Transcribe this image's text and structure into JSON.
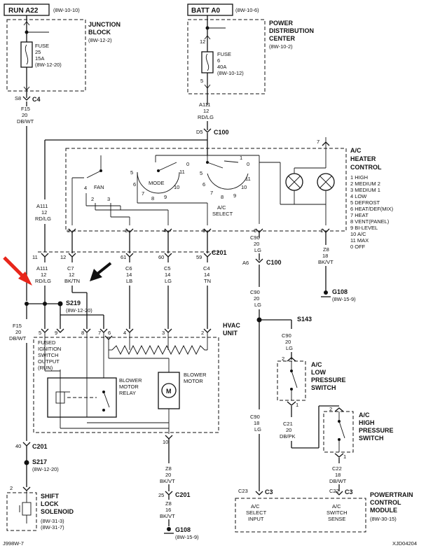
{
  "run_box": {
    "label": "RUN A22",
    "ref": "(8W-10-10)"
  },
  "batt_box": {
    "label": "BATT A0",
    "ref": "(8W-10-6)"
  },
  "junction_block": {
    "line1": "JUNCTION",
    "line2": "BLOCK",
    "ref": "(8W-12-2)"
  },
  "fuse25": {
    "l1": "FUSE",
    "l2": "25",
    "l3": "15A",
    "l4": "(8W-12-20)"
  },
  "pdc": {
    "line1": "POWER",
    "line2": "DISTRIBUTION",
    "line3": "CENTER",
    "ref": "(8W-10-2)"
  },
  "fuse6": {
    "l1": "FUSE",
    "l2": "6",
    "l3": "40A",
    "l4": "(8W-10-12)",
    "pin_top": "12",
    "pin_bot": "5"
  },
  "c4": {
    "pin": "S8",
    "label": "C4",
    "w1": "F15",
    "w2": "20",
    "w3": "DB/WT"
  },
  "a111_top": {
    "w1": "A111",
    "w2": "12",
    "w3": "RD/LG"
  },
  "c100_top": {
    "pin": "D5",
    "label": "C100"
  },
  "ac_heater": {
    "title1": "A/C",
    "title2": "HEATER",
    "title3": "CONTROL",
    "legend": [
      "1 HIGH",
      "2 MEDIUM 2",
      "3 MEDIUM 1",
      "4 LOW",
      "5 DEFROST",
      "6 HEAT/DEF(MIX)",
      "7 HEAT",
      "8 VENT(PANEL)",
      "9 BI-LEVEL",
      "10 A/C",
      "11 MAX",
      "0  OFF"
    ],
    "fan": "FAN",
    "mode": "MODE",
    "ac_select1": "A/C",
    "ac_select2": "SELECT",
    "lamp_pin": "7"
  },
  "switch_nums": {
    "fan": [
      "4",
      "2",
      "3"
    ],
    "mode": [
      "5",
      "6",
      "7",
      "8",
      "9",
      "10",
      "11"
    ],
    "sel": [
      "5",
      "6",
      "7",
      "8",
      "9",
      "10",
      "11",
      "0",
      "1",
      "0"
    ]
  },
  "ctl_pins": [
    "2",
    "3",
    "4",
    "5",
    "6",
    "1"
  ],
  "a111_mid": {
    "w1": "A111",
    "w2": "12",
    "w3": "RD/LG"
  },
  "c90_upper": {
    "w1": "C90",
    "w2": "20",
    "w3": "LG"
  },
  "z8_upper": {
    "w1": "Z8",
    "w2": "18",
    "w3": "BK/VT"
  },
  "c201": {
    "label": "C201",
    "pins": [
      "11",
      "12",
      "61",
      "60",
      "59"
    ]
  },
  "wires_c201": [
    {
      "w1": "A111",
      "w2": "12",
      "w3": "RD/LG"
    },
    {
      "w1": "C7",
      "w2": "12",
      "w3": "BK/TN"
    },
    {
      "w1": "C6",
      "w2": "14",
      "w3": "LB"
    },
    {
      "w1": "C5",
      "w2": "14",
      "w3": "LG"
    },
    {
      "w1": "C4",
      "w2": "14",
      "w3": "TN"
    }
  ],
  "c100_mid": {
    "pin": "A6",
    "label": "C100"
  },
  "g108_top": {
    "label": "G108",
    "ref": "(8W-15-9)"
  },
  "c90_mid": {
    "w1": "C90",
    "w2": "20",
    "w3": "LG"
  },
  "s219": {
    "label": "S219",
    "ref": "(8W-12-20)"
  },
  "s143": {
    "label": "S143"
  },
  "c90_sw": {
    "w1": "C90",
    "w2": "20",
    "w3": "LG"
  },
  "f15_mid": {
    "w1": "F15",
    "w2": "20",
    "w3": "DB/WT"
  },
  "hvac": {
    "title1": "HVAC",
    "title2": "UNIT",
    "pins": [
      "5",
      "9",
      "8",
      "7",
      "6",
      "4",
      "3",
      "2"
    ],
    "fused1": "FUSED",
    "fused2": "IGNITION",
    "fused3": "SWITCH",
    "fused4": "OUTPUT",
    "fused5": "(RUN)",
    "relay1": "BLOWER",
    "relay2": "MOTOR",
    "relay3": "RELAY",
    "motor1": "BLOWER",
    "motor2": "MOTOR",
    "motor_glyph": "M",
    "bottom_pin": "10"
  },
  "lp_switch": {
    "l1": "A/C",
    "l2": "LOW",
    "l3": "PRESSURE",
    "l4": "SWITCH",
    "pin_top": "2",
    "pin_bot": "1"
  },
  "c21": {
    "w1": "C21",
    "w2": "20",
    "w3": "DB/PK"
  },
  "hp_switch": {
    "l1": "A/C",
    "l2": "HIGH",
    "l3": "PRESSURE",
    "l4": "SWITCH",
    "pin_top": "2",
    "pin_bot": "1"
  },
  "c90_low": {
    "w1": "C90",
    "w2": "18",
    "w3": "LG"
  },
  "c22": {
    "w1": "C22",
    "w2": "18",
    "w3": "DB/WT"
  },
  "c201_low": {
    "pin": "40",
    "label": "C201"
  },
  "s217": {
    "label": "S217",
    "ref": "(8W-12-20)"
  },
  "z8_low": {
    "w1": "Z8",
    "w2": "20",
    "w3": "BK/VT"
  },
  "c201_low2": {
    "pin": "25",
    "label": "C201"
  },
  "z8_low2": {
    "w1": "Z8",
    "w2": "16",
    "w3": "BK/VT"
  },
  "g108_bot": {
    "label": "G108",
    "ref": "(8W-15-9)"
  },
  "shift_lock": {
    "pin": "2",
    "l1": "SHIFT",
    "l2": "LOCK",
    "l3": "SOLENOID",
    "r1": "(8W-31-3)",
    "r2": "(8W-31-7)"
  },
  "pcm": {
    "c3a": "C3",
    "c3b": "C3",
    "pin_a": "C23",
    "pin_b": "C22",
    "in1": "A/C",
    "in2": "SELECT",
    "in3": "INPUT",
    "sw1": "A/C",
    "sw2": "SWITCH",
    "sw3": "SENSE",
    "t1": "POWERTRAIN",
    "t2": "CONTROL",
    "t3": "MODULE",
    "ref": "(8W-30-15)"
  },
  "footer": {
    "left": "J998W-7",
    "right": "XJD04204"
  },
  "colors": {
    "line": "#111111",
    "arrow_red": "#e8261b",
    "paper": "#ffffff"
  }
}
